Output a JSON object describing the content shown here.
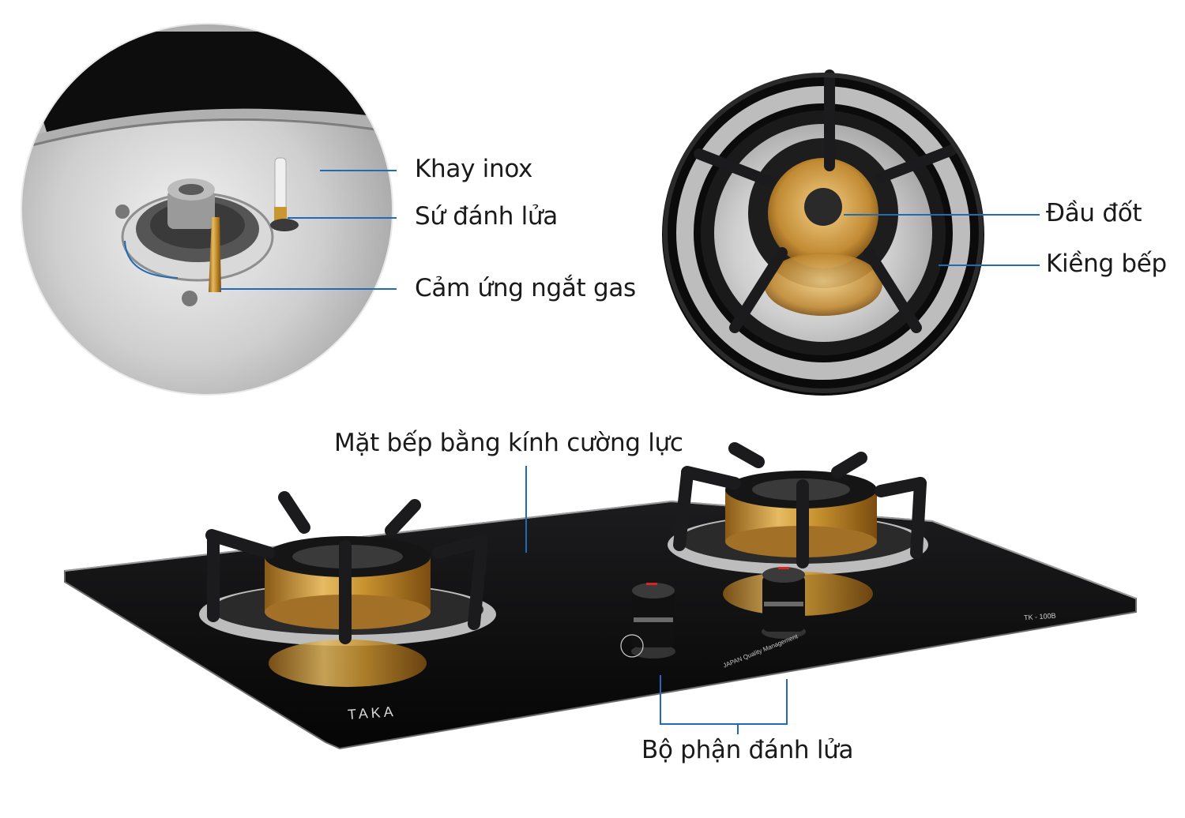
{
  "labels": {
    "stainless_tray": "Khay inox",
    "ignition_ceramic": "Sứ đánh lửa",
    "gas_cutoff_sensor": "Cảm ứng ngắt gas",
    "burner_head": "Đầu đốt",
    "pan_support": "Kiềng bếp",
    "tempered_glass_top": "Mặt bếp bằng kính cường lực",
    "ignition_unit": "Bộ phận đánh lửa"
  },
  "product_marks": {
    "brand": "TAKA",
    "model": "TK - 100B",
    "plate_text": "JAPAN Quality Management"
  },
  "colors": {
    "leader_line": "#1f6bb8",
    "glass": "#0b0b0c",
    "brass": "#c99a3e",
    "steel": "#c9c9c9",
    "cast_iron": "#1b1b1d",
    "label_text": "#1a1a1a"
  }
}
